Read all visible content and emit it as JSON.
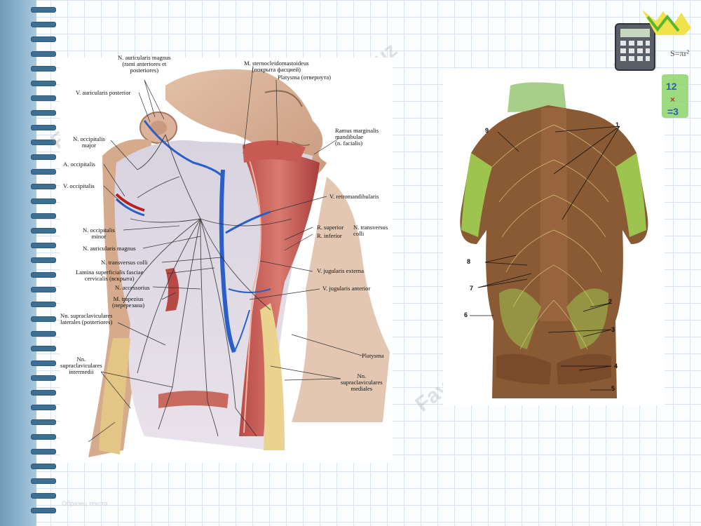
{
  "slide": {
    "watermark": "FaylHub.uz",
    "footer": "Образец текста"
  },
  "left_figure": {
    "labels": {
      "auricularis_magnus_top": "N. auricularis magnus\n(rami anteriores et\nposteriores)",
      "sternocleido": "M. sternocleidomastoideus\n(покрыта фасцией)",
      "platysma_top": "Platysma (отвернута)",
      "v_auricularis_posterior": "V. auricularis posterior",
      "ramus_marginalis": "Ramus marginalis\nmandibulae\n(n. facialis)",
      "n_occipitalis_major": "N. occipitalis\nmajor",
      "a_occipitalis": "A. occipitalis",
      "v_occipitalis": "V. occipitalis",
      "v_retromandibularis": "V. retromandibularis",
      "n_occipitalis_minor": "N. occipitalis\nminor",
      "r_superior": "R. superior",
      "r_inferior": "R. inferior",
      "n_transversus_colli_right": "N. transversus\ncolli",
      "n_auricularis_magnus": "N. auricularis magnus",
      "n_transversus_colli": "N. transversus colli",
      "v_jugularis_externa": "V. jugularis externa",
      "lamina": "Lamina superficialis fasciae\ncervicalis (вскрыта)",
      "n_accessorius": "N. accessorius",
      "v_jugularis_anterior": "V. jugularis anterior",
      "m_trapezius": "M. trapezius\n(перерезана)",
      "nn_supraclav_lat": "Nn. supraclaviculares\nlaterales (posteriores)",
      "platysma_bottom": "Platysma",
      "nn_supraclav_int": "Nn.\nsupraclaviculares\nintermedii",
      "nn_supraclav_med": "Nn.\nsupraclaviculares\nmediales"
    }
  },
  "right_figure": {
    "numbers": [
      "9",
      "1",
      "8",
      "7",
      "6",
      "2",
      "3",
      "4",
      "5"
    ]
  },
  "colors": {
    "binding": "#7fa8c4",
    "grid": "#d7e3ee",
    "vein_blue": "#2a5fc8",
    "muscle_red": "#c0504d",
    "skin": "#d9b39a",
    "back_brown": "#8a5a34",
    "fascia_green": "#9cc44e"
  },
  "icons": [
    "calculator-icon",
    "math-symbols-icon"
  ]
}
